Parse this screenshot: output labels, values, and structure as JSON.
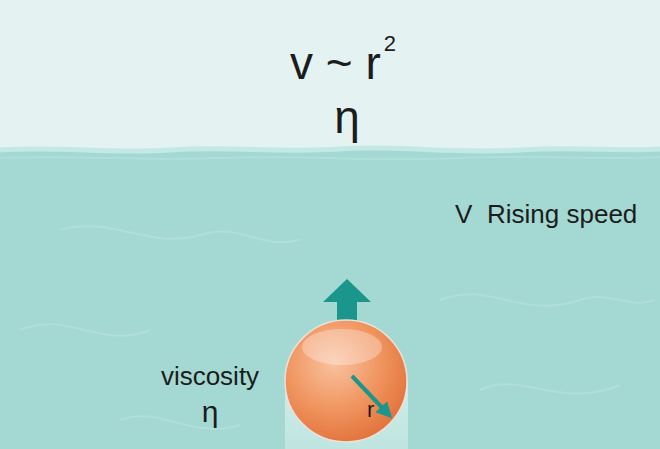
{
  "diagram": {
    "nodes": [
      {
        "text": [
          "r"
        ]
      }
    ],
    "labels": [
      "v ~ r",
      "2",
      "η",
      "V",
      "Rising speed",
      "viscosity",
      "η"
    ]
  }
}
